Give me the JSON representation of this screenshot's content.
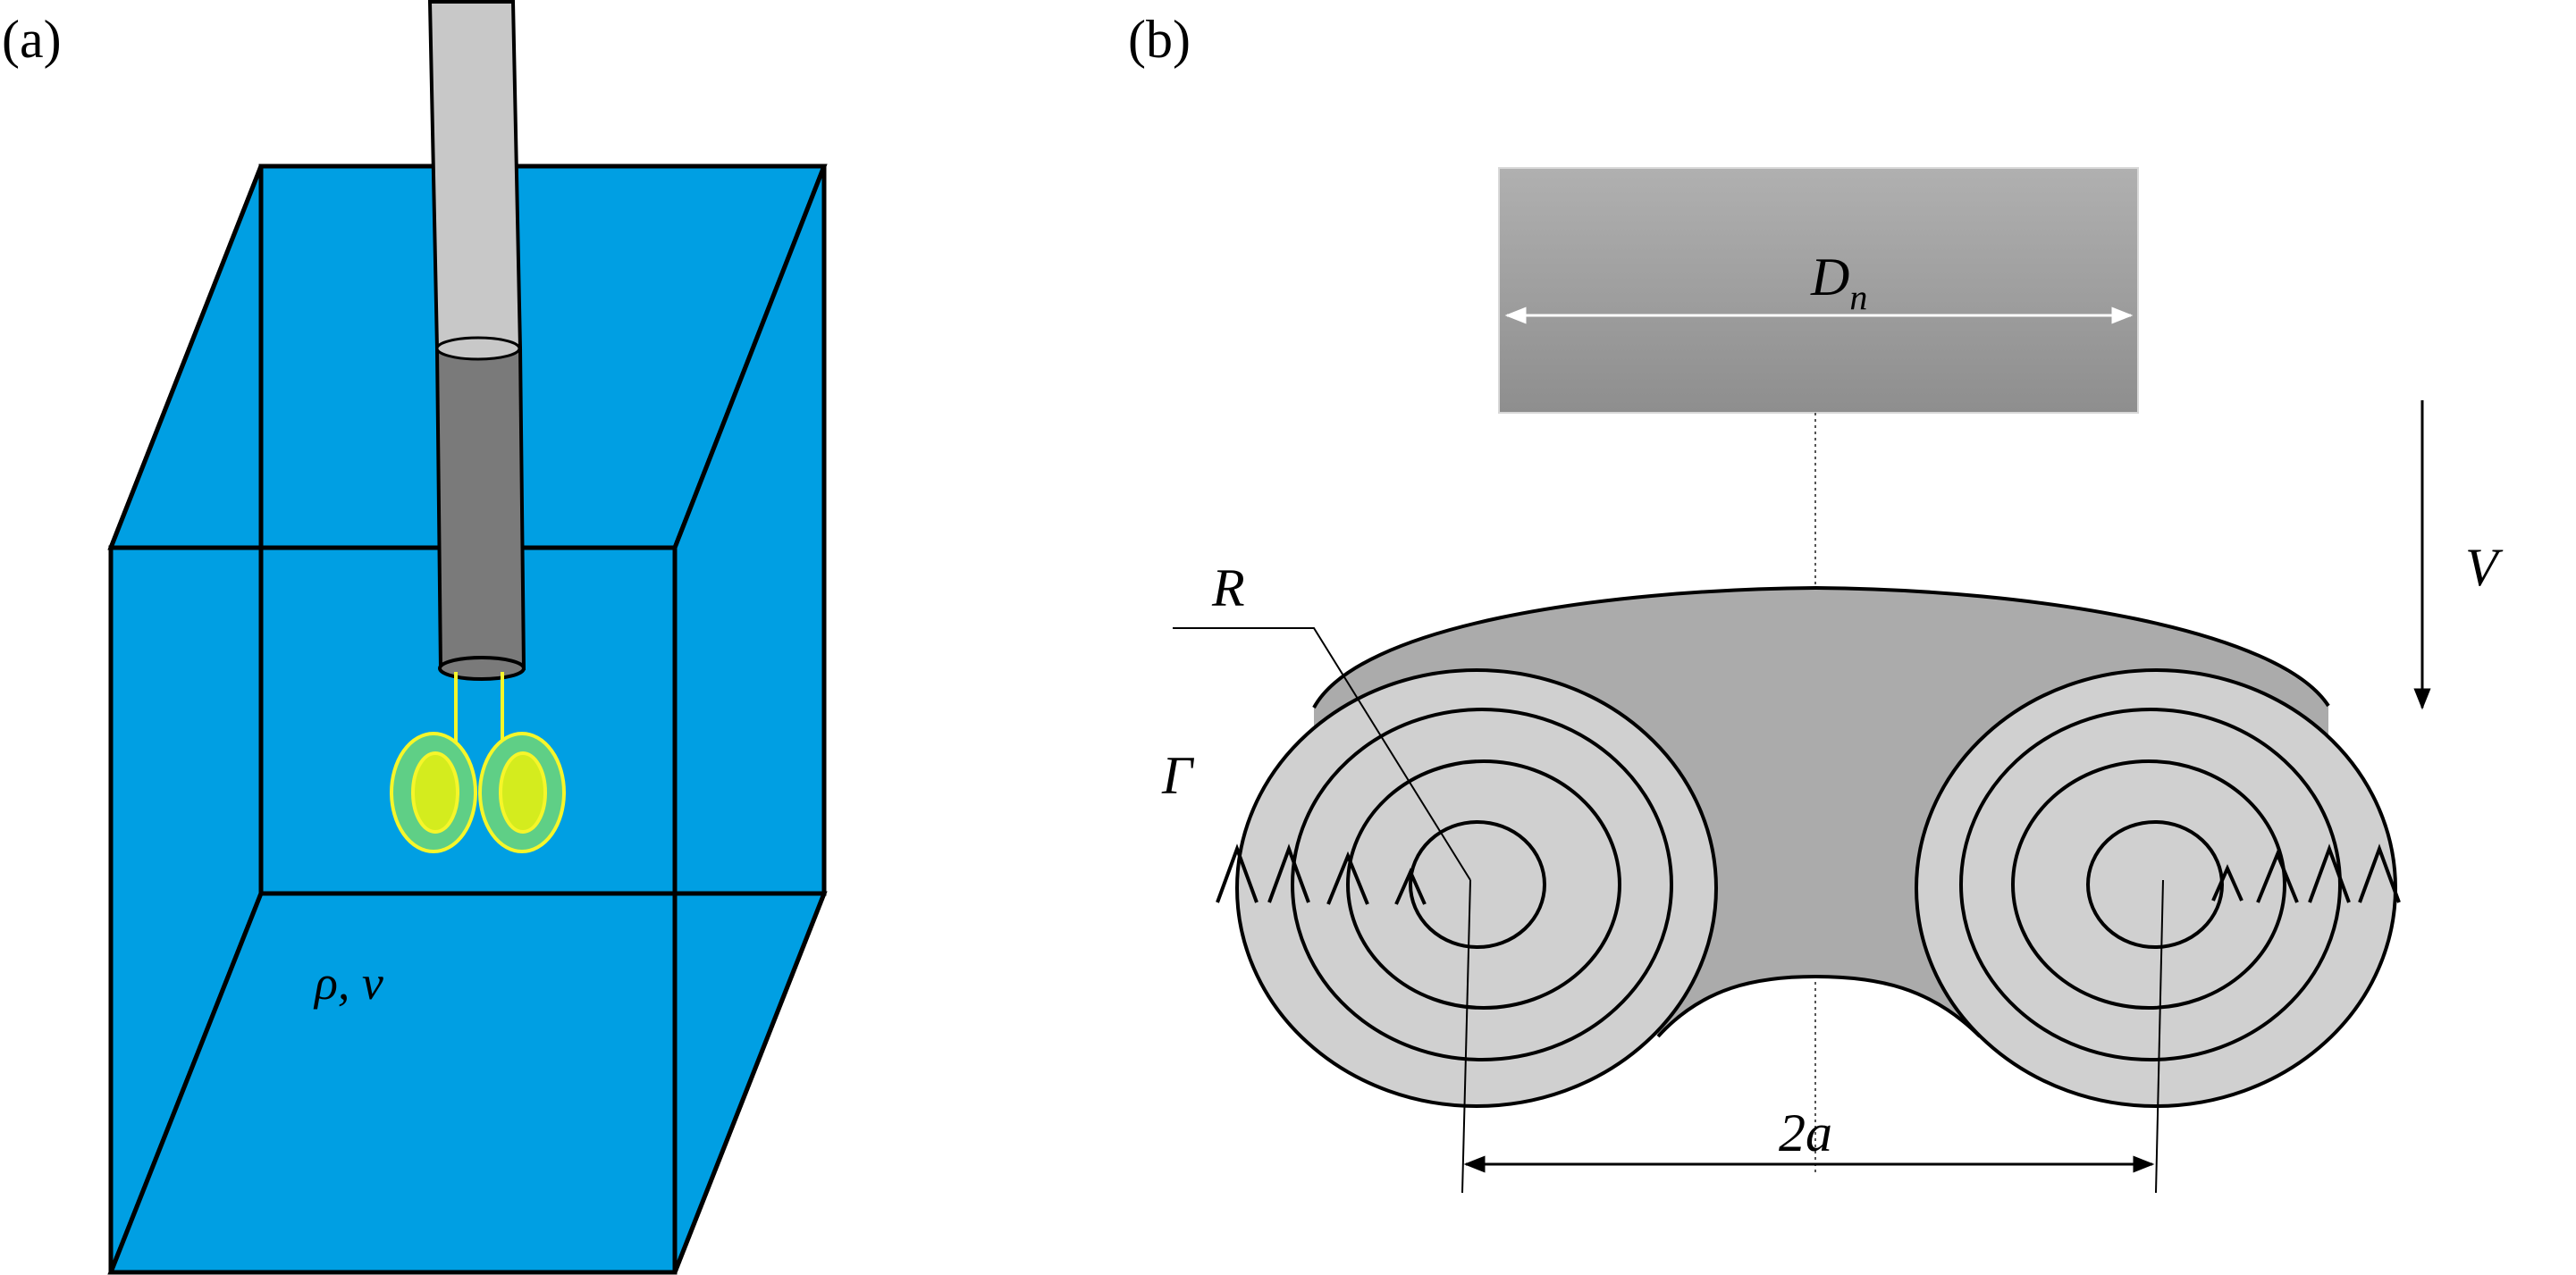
{
  "panels": [
    {
      "label": "(a)",
      "fluid_label": "ρ, ν"
    },
    {
      "label": "(b)",
      "diameter_label": "D",
      "diameter_subscript": "n",
      "velocity_label": "V",
      "radius_label": "R",
      "circulation_label": "Γ",
      "separation_label": "2a"
    }
  ],
  "colors": {
    "tank_fill": "#009fe3",
    "outline": "#000000",
    "tube_upper": "#c8c8c8",
    "tube_lower": "#7a7a7a",
    "vortex_outer": "#5fcf86",
    "vortex_inner": "#d4ec1e",
    "vortex_stroke": "#f6f62a",
    "nozzle_gradient_top": "#b0b0b0",
    "nozzle_gradient_bottom": "#8e8e8e",
    "ring_core": "#d0d0d0",
    "ring_shadow": "#ababab"
  }
}
